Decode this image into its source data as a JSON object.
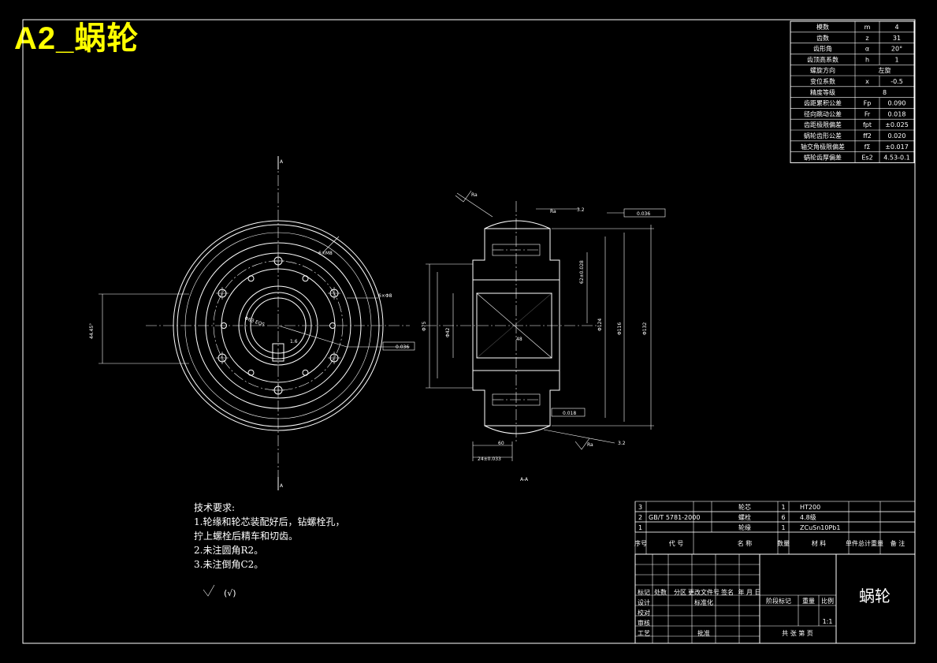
{
  "title": "A2_蜗轮",
  "param_table": [
    [
      "模数",
      "m",
      "4"
    ],
    [
      "齿数",
      "z",
      "31"
    ],
    [
      "齿形角",
      "α",
      "20°"
    ],
    [
      "齿顶高系数",
      "h",
      "1"
    ],
    [
      "螺旋方向",
      "",
      "左旋"
    ],
    [
      "变位系数",
      "x",
      "-0.5"
    ],
    [
      "精度等级",
      "",
      "8"
    ],
    [
      "齿距累积公差",
      "Fp",
      "0.090"
    ],
    [
      "径向跳动公差",
      "Fr",
      "0.018"
    ],
    [
      "齿距极限偏差",
      "fpt",
      "±0.025"
    ],
    [
      "蜗轮齿形公差",
      "ff2",
      "0.020"
    ],
    [
      "轴交角极限偏差",
      "fΣ",
      "±0.017"
    ],
    [
      "蜗轮齿厚偏差",
      "Es2",
      "4.53-0.1"
    ]
  ],
  "tech_requirements": {
    "heading": "技术要求:",
    "lines": [
      "1.轮缘和轮芯装配好后，钻螺栓孔，",
      "拧上螺栓后精车和切齿。",
      "2.未注圆角R2。",
      "3.未注倒角C2。"
    ]
  },
  "roughness_note": "(√)",
  "section_label": "A-A",
  "bom": [
    [
      "3",
      "",
      "轮芯",
      "1",
      "HT200"
    ],
    [
      "2",
      "GB/T 5781-2000",
      "螺栓",
      "6",
      "4.8级"
    ],
    [
      "1",
      "",
      "轮缘",
      "1",
      "ZCuSn10Pb1"
    ]
  ],
  "bom_header": {
    "seq": "序号",
    "code": "代 号",
    "name": "名 称",
    "qty": "数量",
    "material": "材 料",
    "weight": "单件总计重量",
    "remark": "备 注"
  },
  "title_block": {
    "part_name": "蜗轮",
    "scale_label": "比例",
    "scale": "1:1",
    "weight_label": "重量",
    "stage_label": "阶段标记",
    "sheet_text": "共 张 第 页",
    "rows": [
      "标记",
      "处数",
      "分区",
      "更改文件号",
      "签名",
      "年 月 日"
    ],
    "roles": [
      "设计",
      "校对",
      "审核",
      "工艺"
    ],
    "std_label": "标准化",
    "approve_label": "批准"
  },
  "dimensions": {
    "pcd": "Φ63 EQS",
    "bolt_holes": "6×M8",
    "chamfer_hole": "6×Φ8",
    "circ_tol": "0.036",
    "runout": "0.018",
    "width": "24±0.033",
    "depth": "60",
    "ra": "Ra",
    "val_32": "3.2",
    "val_16": "1.6"
  }
}
